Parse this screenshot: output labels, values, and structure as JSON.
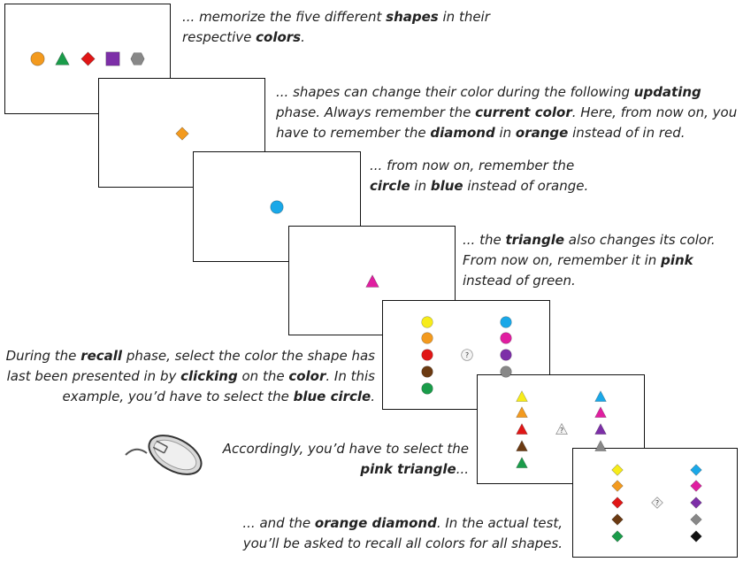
{
  "captions": {
    "c1": [
      {
        "t": "... memorize the five different "
      },
      {
        "t": "shapes",
        "b": true
      },
      {
        "t": " in their"
      },
      {
        "br": true
      },
      {
        "t": "respective "
      },
      {
        "t": "colors",
        "b": true
      },
      {
        "t": "."
      }
    ],
    "c2": [
      {
        "t": "... shapes can change their color during the following "
      },
      {
        "t": "updating",
        "b": true
      },
      {
        "br": true
      },
      {
        "t": "phase. Always remember the "
      },
      {
        "t": "current color",
        "b": true
      },
      {
        "t": ". Here, from now on, you"
      },
      {
        "br": true
      },
      {
        "t": "have to remember the "
      },
      {
        "t": "diamond",
        "b": true
      },
      {
        "t": " in "
      },
      {
        "t": "orange",
        "b": true
      },
      {
        "t": " instead of in  red."
      }
    ],
    "c3": [
      {
        "t": "... from now on, remember the"
      },
      {
        "br": true
      },
      {
        "t": "circle",
        "b": true
      },
      {
        "t": " in "
      },
      {
        "t": "blue",
        "b": true
      },
      {
        "t": " instead of orange."
      }
    ],
    "c4": [
      {
        "t": "... the "
      },
      {
        "t": "triangle",
        "b": true
      },
      {
        "t": " also changes its color."
      },
      {
        "br": true
      },
      {
        "t": "From now on, remember it in "
      },
      {
        "t": "pink",
        "b": true
      },
      {
        "br": true
      },
      {
        "t": "instead of green."
      }
    ],
    "c5": [
      {
        "t": "During the "
      },
      {
        "t": "recall",
        "b": true
      },
      {
        "t": " phase, select the color the shape has"
      },
      {
        "br": true
      },
      {
        "t": "last been presented in by "
      },
      {
        "t": "clicking",
        "b": true
      },
      {
        "t": " on the "
      },
      {
        "t": "color",
        "b": true
      },
      {
        "t": ". In this"
      },
      {
        "br": true
      },
      {
        "t": "example, you’d have to select the "
      },
      {
        "t": "blue circle",
        "b": true
      },
      {
        "t": "."
      }
    ],
    "c6": [
      {
        "t": "Accordingly, you’d have to select the"
      },
      {
        "br": true
      },
      {
        "t": "pink triangle",
        "b": true
      },
      {
        "t": "..."
      }
    ],
    "c7": [
      {
        "t": "... and the "
      },
      {
        "t": "orange diamond",
        "b": true
      },
      {
        "t": ". In the actual test,"
      },
      {
        "br": true
      },
      {
        "t": "you’ll be asked to recall all colors for all shapes."
      }
    ]
  },
  "colors": {
    "orange": "#f39a1e",
    "green": "#1a9c4a",
    "red": "#e01616",
    "purple": "#7d2fa8",
    "gray": "#888888",
    "yellow": "#f7ec1a",
    "brown": "#6b3a12",
    "blue": "#1aa8e8",
    "pink": "#e01ea0",
    "black": "#111111"
  },
  "study_shapes": [
    {
      "shape": "circle",
      "color": "orange"
    },
    {
      "shape": "triangle",
      "color": "green"
    },
    {
      "shape": "diamond",
      "color": "red"
    },
    {
      "shape": "square",
      "color": "purple"
    },
    {
      "shape": "hexagon",
      "color": "gray"
    }
  ],
  "update_items": [
    {
      "shape": "diamond",
      "color": "orange"
    },
    {
      "shape": "circle",
      "color": "blue"
    },
    {
      "shape": "triangle",
      "color": "pink"
    }
  ],
  "recall_panels": [
    {
      "shape": "circle",
      "left": [
        "yellow",
        "orange",
        "red",
        "brown",
        "green"
      ],
      "right": [
        "blue",
        "pink",
        "purple",
        "gray"
      ],
      "prompt": "?"
    },
    {
      "shape": "triangle",
      "left": [
        "yellow",
        "orange",
        "red",
        "brown",
        "green"
      ],
      "right": [
        "blue",
        "pink",
        "purple",
        "gray"
      ],
      "prompt": "?"
    },
    {
      "shape": "diamond",
      "left": [
        "yellow",
        "orange",
        "red",
        "brown",
        "green"
      ],
      "right": [
        "blue",
        "pink",
        "purple",
        "gray",
        "black"
      ],
      "prompt": "?"
    }
  ],
  "icons": {
    "mouse": "mouse-icon"
  }
}
